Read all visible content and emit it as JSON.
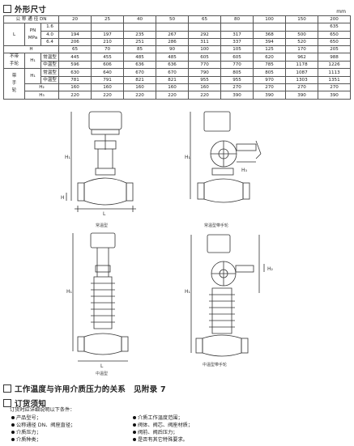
{
  "sections": {
    "dimensions": "外形尺寸",
    "temperature": "工作温度与许用介质压力的关系　见附录 7",
    "ordering": "订货须知"
  },
  "unit": "mm",
  "table": {
    "header_label": "公 称 通 径 DN",
    "dn": [
      "20",
      "25",
      "40",
      "50",
      "65",
      "80",
      "100",
      "150",
      "200"
    ],
    "l_label": "L",
    "pn_label": "PN",
    "mpa_label": "MPa",
    "l_rows": [
      {
        "pn": "1.6",
        "values": [
          "",
          "",
          "",
          "",
          "",
          "",
          "",
          "",
          "635"
        ]
      },
      {
        "pn": "4.0",
        "values": [
          "194",
          "197",
          "235",
          "267",
          "292",
          "317",
          "368",
          "500",
          "650"
        ]
      },
      {
        "pn": "6.4",
        "values": [
          "206",
          "210",
          "251",
          "286",
          "311",
          "337",
          "394",
          "520",
          "650"
        ]
      }
    ],
    "h_label": "H",
    "h_values": [
      "65",
      "70",
      "85",
      "90",
      "100",
      "105",
      "125",
      "170",
      "205"
    ],
    "group1_label": [
      "不带",
      "手轮"
    ],
    "h1_label": "H₁",
    "group1_rows": [
      {
        "type": "常温型",
        "values": [
          "445",
          "455",
          "485",
          "485",
          "605",
          "605",
          "620",
          "962",
          "988"
        ]
      },
      {
        "type": "中温型",
        "values": [
          "596",
          "606",
          "636",
          "636",
          "770",
          "770",
          "785",
          "1178",
          "1226"
        ]
      }
    ],
    "group2_label": [
      "带",
      "手",
      "轮"
    ],
    "group2_rows": [
      {
        "type": "常温型",
        "values": [
          "630",
          "640",
          "670",
          "670",
          "790",
          "805",
          "805",
          "1087",
          "1113"
        ]
      },
      {
        "type": "中温型",
        "values": [
          "781",
          "791",
          "821",
          "821",
          "955",
          "955",
          "970",
          "1303",
          "1351"
        ]
      }
    ],
    "h2_label": "H₂",
    "h2_values": [
      "160",
      "160",
      "160",
      "160",
      "160",
      "270",
      "270",
      "270",
      "270"
    ],
    "h3_label": "H₃",
    "h3_values": [
      "220",
      "220",
      "220",
      "220",
      "220",
      "390",
      "390",
      "390",
      "390"
    ]
  },
  "diagrams": {
    "cap_normal": "常温型",
    "cap_normal_handwheel": "常温型带手轮",
    "cap_medium": "中温型",
    "cap_medium_handwheel": "中温型带手轮",
    "lbl_h": "H",
    "lbl_h1": "H₁",
    "lbl_h2": "H₂",
    "lbl_h3": "H₃",
    "lbl_l": "L"
  },
  "ordering": {
    "intro": "订货时应详细说明以下条件：",
    "items": [
      "产品型号；",
      "介质工作温度范围；",
      "公称通径 DN、阀座直径；",
      "阀体、阀芯、阀座材质；",
      "介质压力；",
      "阀前、阀后压力；",
      "介质种类；",
      "是否有其它特殊要求。"
    ]
  }
}
